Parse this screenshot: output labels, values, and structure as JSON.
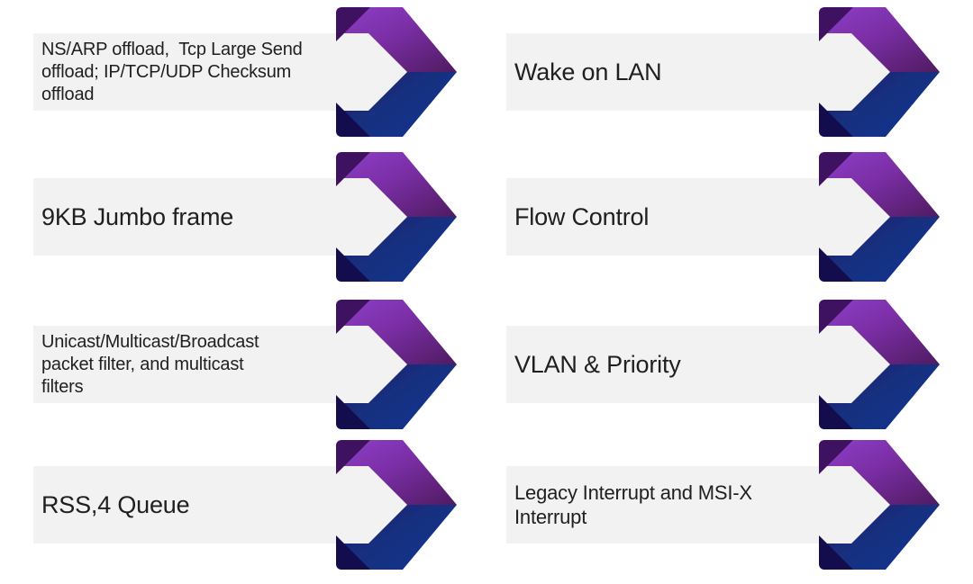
{
  "slide": {
    "description": "Network adapter feature list diagram, 2 columns x 4 rows, gray bars with ribbon chevron arrows"
  },
  "items": [
    {
      "label": "NS/ARP offload,  Tcp Large Send\noffload; IP/TCP/UDP Checksum\noffload"
    },
    {
      "label": "Wake on LAN"
    },
    {
      "label": "9KB Jumbo frame"
    },
    {
      "label": "Flow Control"
    },
    {
      "label": "Unicast/Multicast/Broadcast\npacket filter, and multicast\nfilters"
    },
    {
      "label": "VLAN & Priority"
    },
    {
      "label": "RSS,4 Queue"
    },
    {
      "label": "Legacy Interrupt and MSI-X\nInterrupt"
    }
  ],
  "colors": {
    "page_bg": "#ffffff",
    "bar_bg": "#f2f2f2",
    "text": "#1f1f1f",
    "purple_1": "#8c41c9",
    "purple_2": "#7b2ea5",
    "purple_3": "#4e1b60",
    "blue_1": "#221668",
    "blue_2": "#17307f",
    "blue_3": "#0f3490",
    "fold_top": "#3e1161",
    "fold_bottom": "#140d4d"
  }
}
